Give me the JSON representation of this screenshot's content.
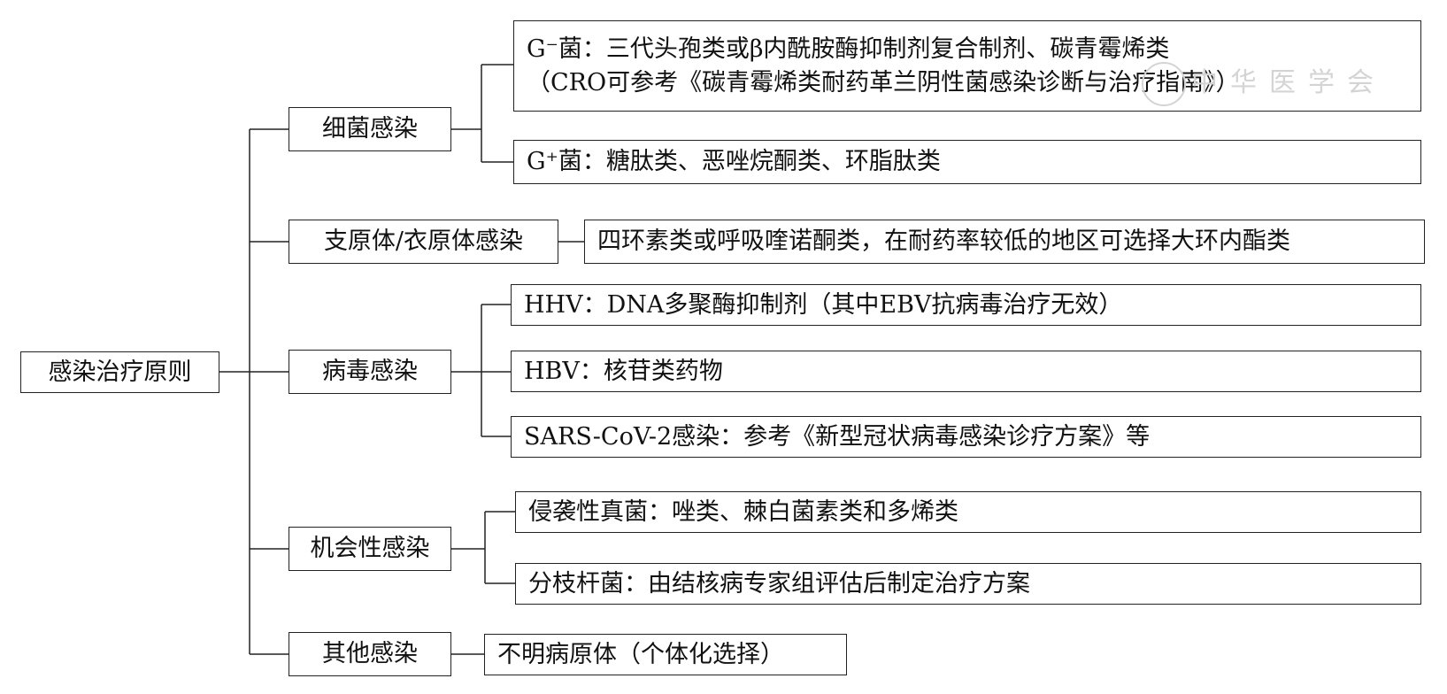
{
  "root": {
    "label": "感染治疗原则"
  },
  "categories": [
    {
      "label": "细菌感染"
    },
    {
      "label": "支原体/衣原体感染"
    },
    {
      "label": "病毒感染"
    },
    {
      "label": "机会性感染"
    },
    {
      "label": "其他感染"
    }
  ],
  "leaves": {
    "bacteria_gneg": {
      "line1": "G⁻菌：三代头孢类或β内酰胺酶抑制剂复合制剂、碳青霉烯类",
      "line2": "（CRO可参考《碳青霉烯类耐药革兰阴性菌感染诊断与治疗指南》）"
    },
    "bacteria_gpos": "G⁺菌：糖肽类、恶唑烷酮类、环脂肽类",
    "mycoplasma": "四环素类或呼吸喹诺酮类，在耐药率较低的地区可选择大环内酯类",
    "virus_hhv": "HHV：DNA多聚酶抑制剂（其中EBV抗病毒治疗无效）",
    "virus_hbv": "HBV：核苷类药物",
    "virus_sars": "SARS-CoV-2感染：参考《新型冠状病毒感染诊疗方案》等",
    "opp_fungal": "侵袭性真菌：唑类、棘白菌素类和多烯类",
    "opp_mycobacteria": "分枝杆菌：由结核病专家组评估后制定治疗方案",
    "other": "不明病原体（个体化选择）"
  }
}
